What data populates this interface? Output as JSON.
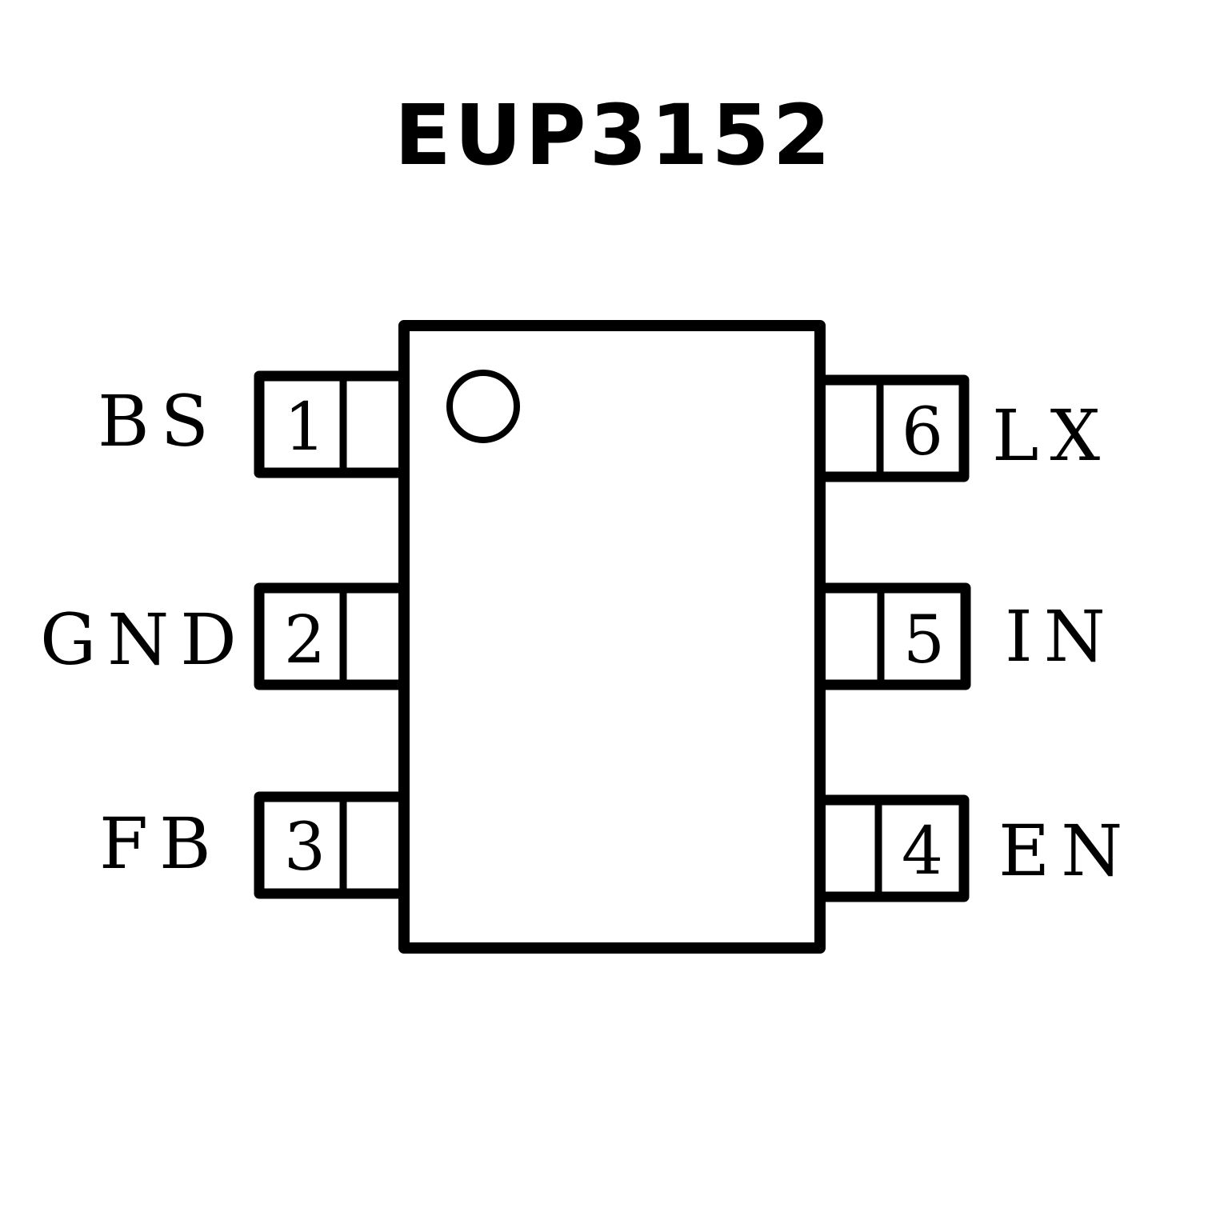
{
  "title": "EUP3152",
  "package": {
    "pin1_marker": "circle",
    "pins": [
      {
        "number": "1",
        "name": "BS",
        "side": "left"
      },
      {
        "number": "2",
        "name": "GND",
        "side": "left"
      },
      {
        "number": "3",
        "name": "FB",
        "side": "left"
      },
      {
        "number": "4",
        "name": "EN",
        "side": "right"
      },
      {
        "number": "5",
        "name": "IN",
        "side": "right"
      },
      {
        "number": "6",
        "name": "LX",
        "side": "right"
      }
    ]
  },
  "colors": {
    "stroke": "#000000",
    "background": "#ffffff"
  }
}
